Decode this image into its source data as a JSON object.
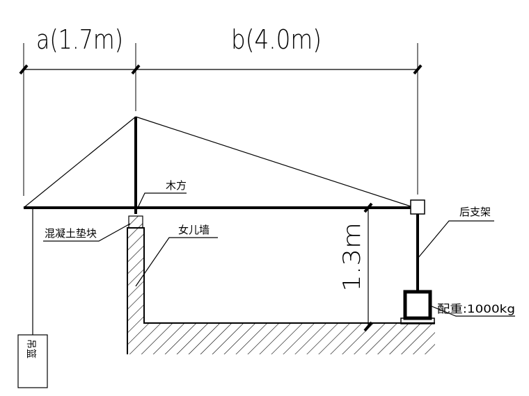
{
  "diagram": {
    "dimensions": {
      "a": "a(1.7m)",
      "b": "b(4.0m)",
      "height": "1.3m"
    },
    "labels": {
      "wood_block": "木方",
      "concrete_pad": "混凝土垫块",
      "parapet": "女儿墙",
      "rear_support": "后支架",
      "counterweight": "配重:1000kg",
      "basket": "吊篮"
    },
    "colors": {
      "line": "#000000",
      "background": "#ffffff"
    }
  }
}
